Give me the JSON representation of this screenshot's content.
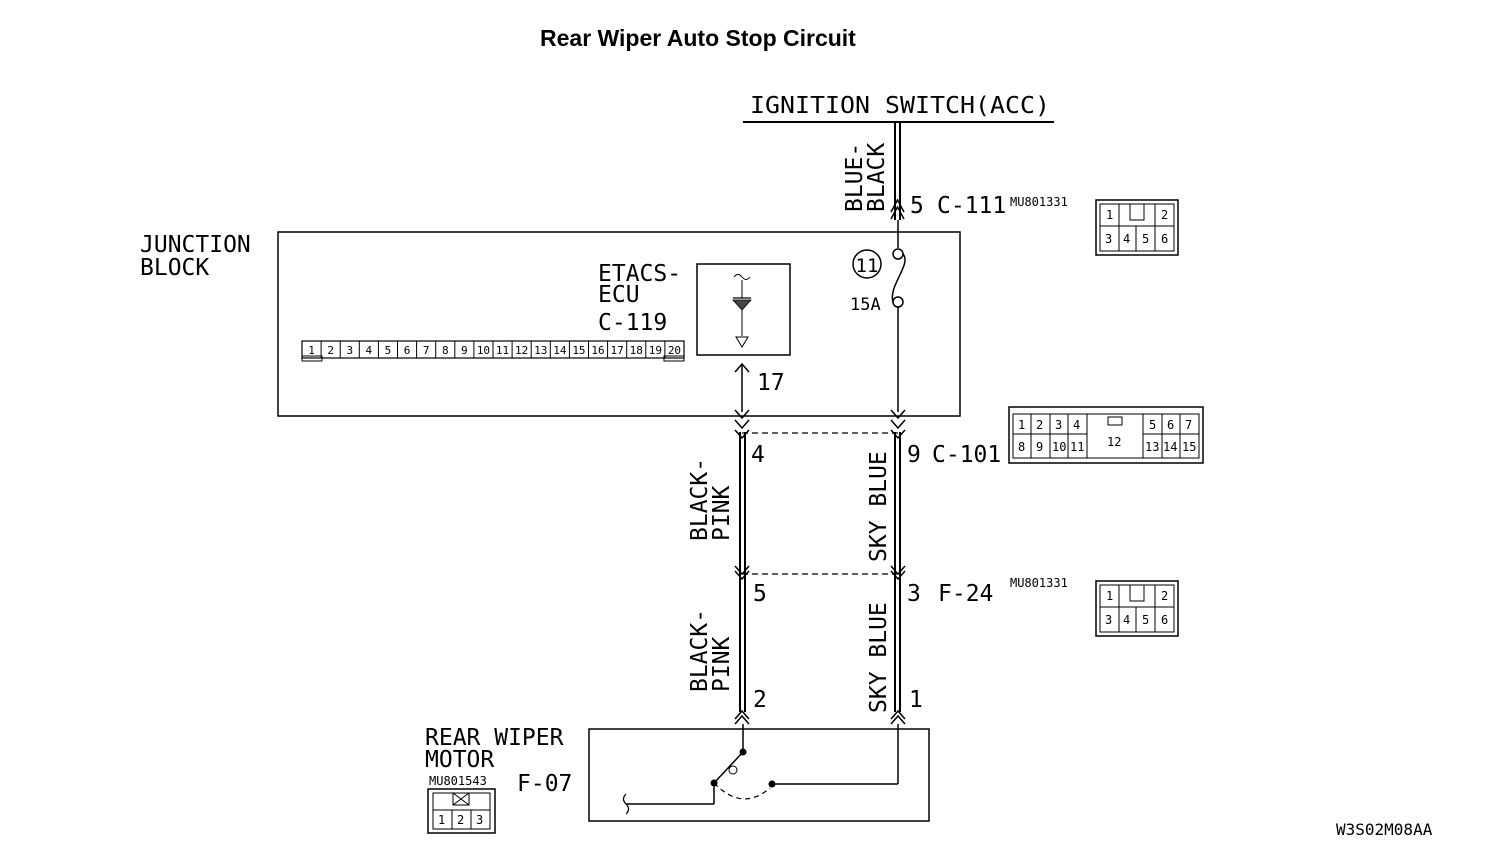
{
  "title": "Rear Wiper Auto Stop Circuit",
  "ignition_switch": {
    "label": "IGNITION SWITCH(ACC)"
  },
  "wires": {
    "blue_black": {
      "line1": "BLUE-",
      "line2": "BLACK"
    },
    "black_pink_upper": {
      "line1": "BLACK-",
      "line2": "PINK"
    },
    "black_pink_lower": {
      "line1": "BLACK-",
      "line2": "PINK"
    },
    "sky_blue_upper": "SKY BLUE",
    "sky_blue_lower": "SKY BLUE"
  },
  "connectors": {
    "c111": {
      "pin": "5",
      "id": "C-111",
      "part": "MU801331",
      "top_pins": [
        "1",
        "2"
      ],
      "bottom_pins": [
        "3",
        "4",
        "5",
        "6"
      ]
    },
    "c101": {
      "left_pin": "4",
      "right_pin": "9",
      "id": "C-101",
      "top_left": [
        "1",
        "2",
        "3",
        "4"
      ],
      "top_right": [
        "5",
        "6",
        "7"
      ],
      "bottom_left": [
        "8",
        "9",
        "10",
        "11"
      ],
      "center": "12",
      "bottom_right": [
        "13",
        "14",
        "15"
      ]
    },
    "f24": {
      "left_pin": "5",
      "right_pin": "3",
      "id": "F-24",
      "part": "MU801331",
      "top_pins": [
        "1",
        "2"
      ],
      "bottom_pins": [
        "3",
        "4",
        "5",
        "6"
      ]
    },
    "c119": {
      "id": "C-119",
      "pins": [
        "1",
        "2",
        "3",
        "4",
        "5",
        "6",
        "7",
        "8",
        "9",
        "10",
        "11",
        "12",
        "13",
        "14",
        "15",
        "16",
        "17",
        "18",
        "19",
        "20"
      ]
    },
    "f07": {
      "id": "F-07",
      "part": "MU801543",
      "pins": [
        "1",
        "2",
        "3"
      ],
      "left_pin": "2",
      "right_pin": "1"
    }
  },
  "junction_block": {
    "line1": "JUNCTION",
    "line2": "BLOCK",
    "fuse_number": "11",
    "fuse_rating": "15A"
  },
  "etacs": {
    "line1": "ETACS-",
    "line2": "ECU",
    "pin": "17"
  },
  "rear_wiper_motor": {
    "line1": "REAR WIPER",
    "line2": "MOTOR"
  },
  "figure_code": "W3S02M08AA"
}
